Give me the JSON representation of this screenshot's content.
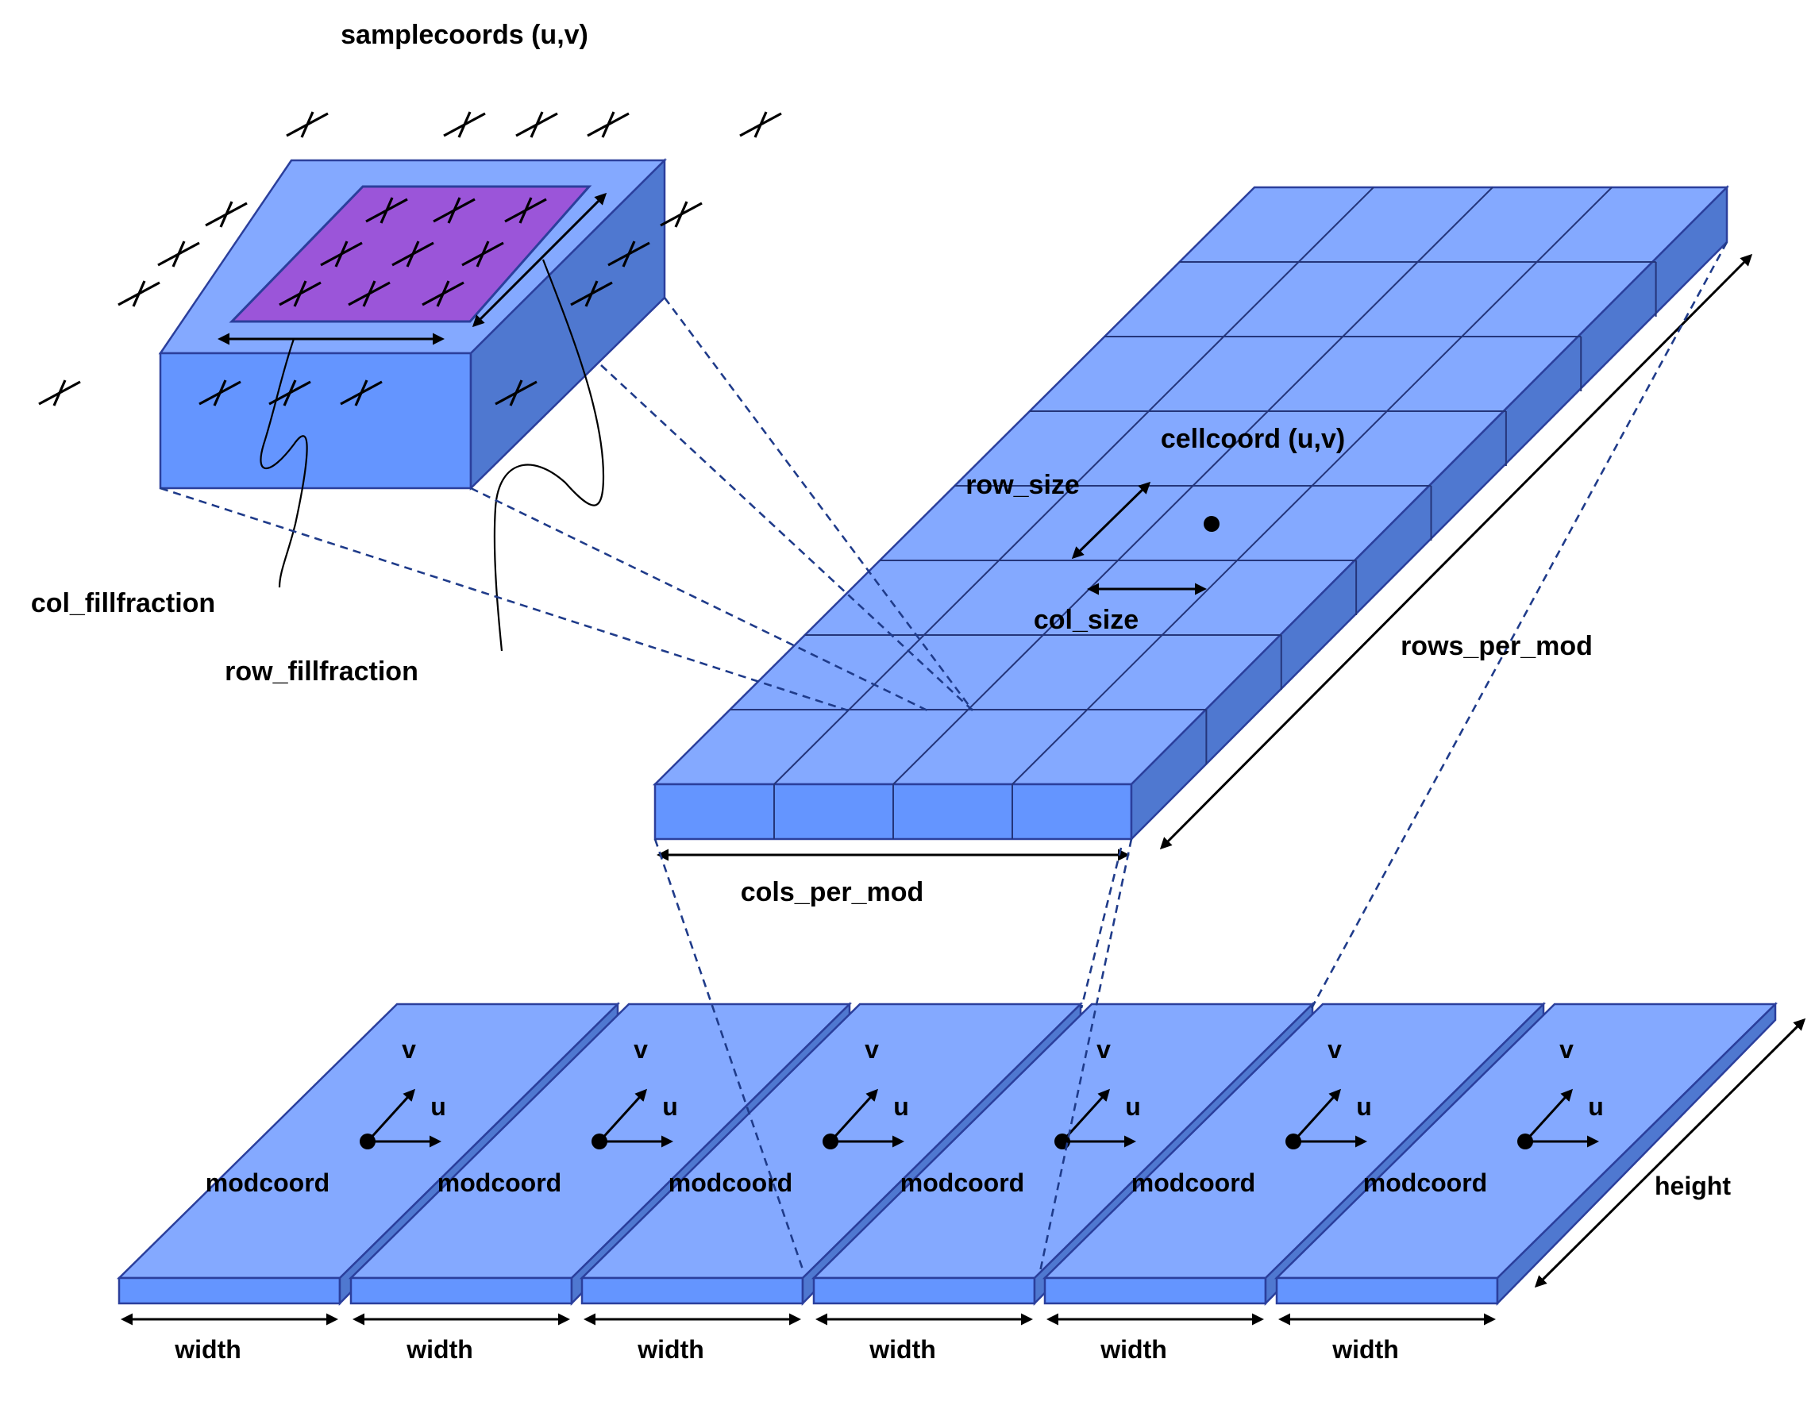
{
  "labels": {
    "samplecoords": "samplecoords (u,v)",
    "col_fillfraction": "col_fillfraction",
    "row_fillfraction": "row_fillfraction",
    "cellcoord": "cellcoord (u,v)",
    "row_size": "row_size",
    "col_size": "col_size",
    "rows_per_mod": "rows_per_mod",
    "cols_per_mod": "cols_per_mod",
    "height": "height"
  },
  "modules": [
    {
      "v": "v",
      "u": "u",
      "coord": "modcoord",
      "width": "width"
    },
    {
      "v": "v",
      "u": "u",
      "coord": "modcoord",
      "width": "width"
    },
    {
      "v": "v",
      "u": "u",
      "coord": "modcoord",
      "width": "width"
    },
    {
      "v": "v",
      "u": "u",
      "coord": "modcoord",
      "width": "width"
    },
    {
      "v": "v",
      "u": "u",
      "coord": "modcoord",
      "width": "width"
    },
    {
      "v": "v",
      "u": "u",
      "coord": "modcoord",
      "width": "width"
    }
  ],
  "colors": {
    "top_face": "#84a9ff",
    "front_face": "#6495ff",
    "side_face": "#4f78d0",
    "fill_area": "#9b55d9",
    "edge": "#2b3f9c",
    "dashed_line": "#1f3b8a"
  }
}
